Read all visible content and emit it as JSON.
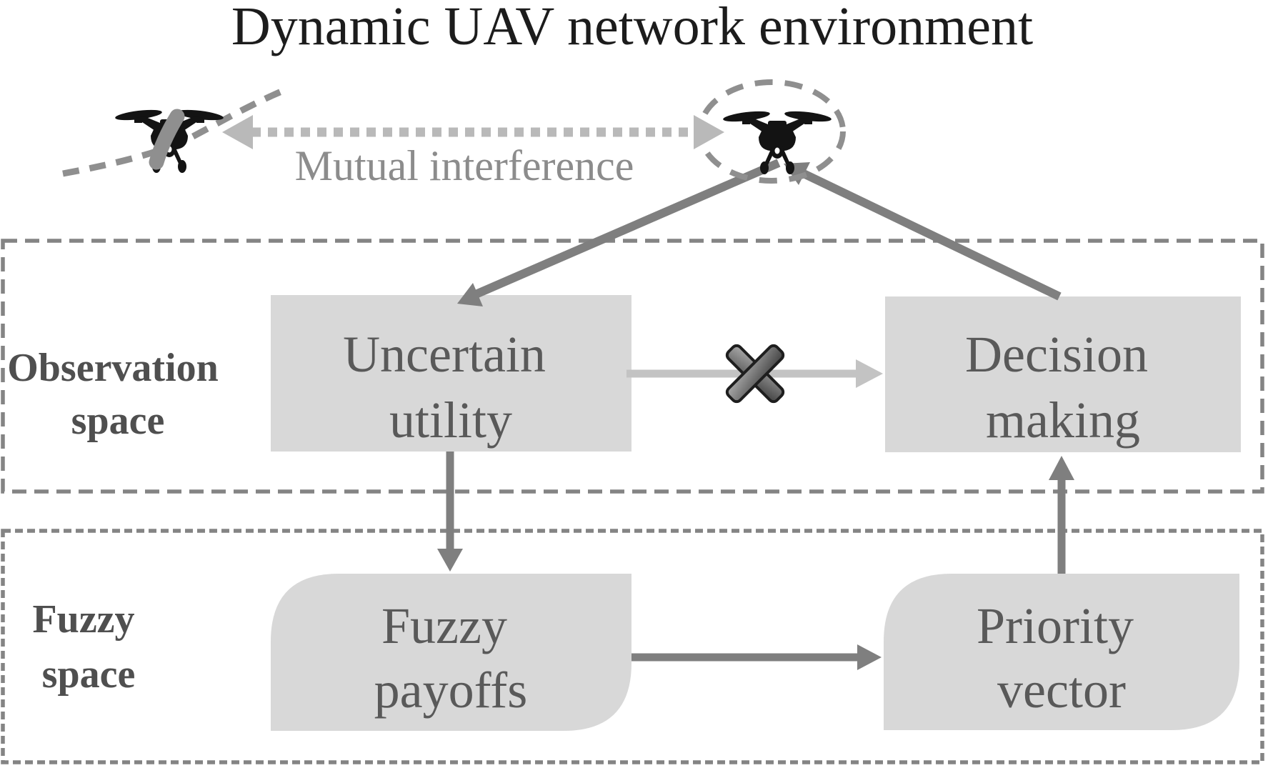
{
  "title": "Dynamic UAV network environment",
  "drones": {
    "left_drone": "uav-quadcopter",
    "right_drone": "uav-quadcopter",
    "interference_label": "Mutual interference"
  },
  "spaces": {
    "observation": {
      "line1": "Observation",
      "line2": "space"
    },
    "fuzzy": {
      "line1": "Fuzzy",
      "line2": "space"
    }
  },
  "nodes": {
    "uncertain_utility": {
      "line1": "Uncertain",
      "line2": "utility"
    },
    "decision_making": {
      "line1": "Decision",
      "line2": "making"
    },
    "fuzzy_payoffs": {
      "line1": "Fuzzy",
      "line2": "payoffs"
    },
    "priority_vector": {
      "line1": "Priority",
      "line2": "vector"
    }
  },
  "arrows": {
    "drone_to_uncertain": "observation of interference",
    "uncertain_to_fuzzy": "uncertain utility to fuzzy payoffs",
    "fuzzy_to_priority": "fuzzy payoffs to priority vector",
    "priority_to_decision": "priority vector to decision making",
    "decision_to_drone": "decision applied to UAV",
    "uncertain_to_decision_blocked": "direct path blocked (crossed out)"
  },
  "colors": {
    "title_text": "#1c1c1c",
    "box_fill": "#d8d8d8",
    "box_text": "#595959",
    "space_label_text": "#4f4f4f",
    "dashed_border": "#848484",
    "arrow_gray": "#7f7f7f",
    "arrow_light": "#c3c3c3",
    "interference_text": "#8c8c8c",
    "interference_arrow": "#b9b9b9",
    "drone_black": "#131313",
    "trajectory_gray": "#8f8f8f",
    "x_outline": "#1e1e1e",
    "x_fill_light": "#ababab",
    "x_fill_dark": "#424242"
  }
}
